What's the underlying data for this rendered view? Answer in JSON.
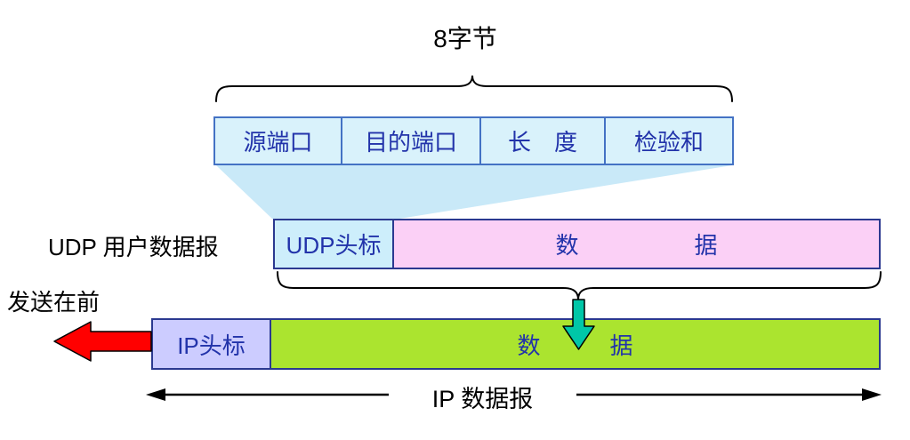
{
  "labels": {
    "top_bytes": "8字节",
    "udp_datagram": "UDP 用户数据报",
    "send_first": "发送在前",
    "ip_datagram": "IP 数据报"
  },
  "header_fields": [
    {
      "label": "源端口"
    },
    {
      "label": "目的端口"
    },
    {
      "label": "长　度"
    },
    {
      "label": "检验和"
    }
  ],
  "udp_row": {
    "header": "UDP头标",
    "data": "数　　　　　据"
  },
  "ip_row": {
    "header": "IP头标",
    "data": "数　　　据"
  },
  "colors": {
    "field_fill": "#D9F2FB",
    "field_border": "#4472C4",
    "box_border": "#2B3990",
    "box_text": "#2233AA",
    "udp_header_fill": "#CDEEFB",
    "udp_data_fill": "#FBD0F6",
    "ip_header_fill": "#CCCCFF",
    "ip_data_fill": "#ABE42F",
    "trapezoid_fill": "#C9E9F8",
    "arrow_red": "#FF0000",
    "arrow_cyan": "#00C7A8",
    "line_black": "#000000"
  }
}
